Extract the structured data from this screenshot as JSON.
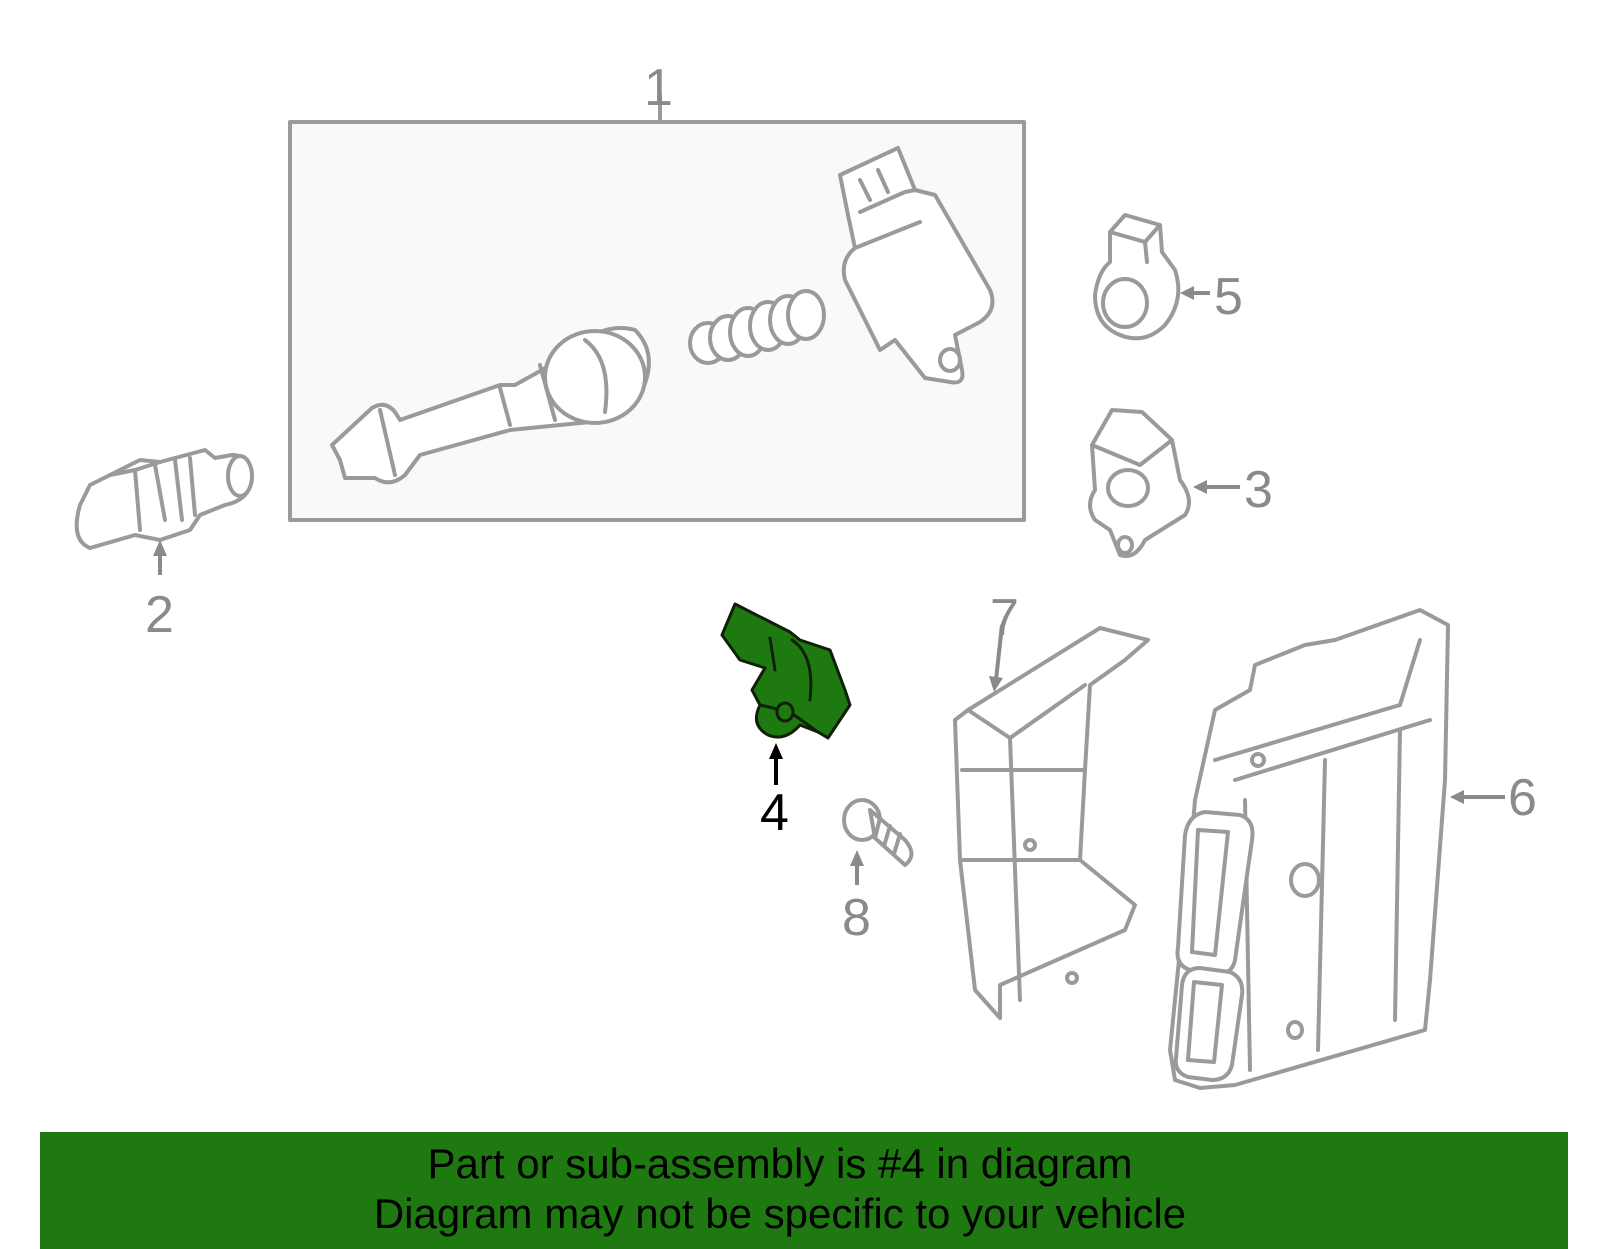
{
  "diagram": {
    "highlight_color": "#1e7a10",
    "line_color": "#9a9a9a",
    "highlighted_part": "4",
    "callouts": [
      {
        "id": "1",
        "label": "1"
      },
      {
        "id": "2",
        "label": "2"
      },
      {
        "id": "3",
        "label": "3"
      },
      {
        "id": "4",
        "label": "4"
      },
      {
        "id": "5",
        "label": "5"
      },
      {
        "id": "6",
        "label": "6"
      },
      {
        "id": "7",
        "label": "7"
      },
      {
        "id": "8",
        "label": "8"
      }
    ]
  },
  "banner": {
    "background": "#1e7a10",
    "line1": "Part or sub-assembly is #4 in diagram",
    "line2": "Diagram may not be specific to your vehicle"
  }
}
